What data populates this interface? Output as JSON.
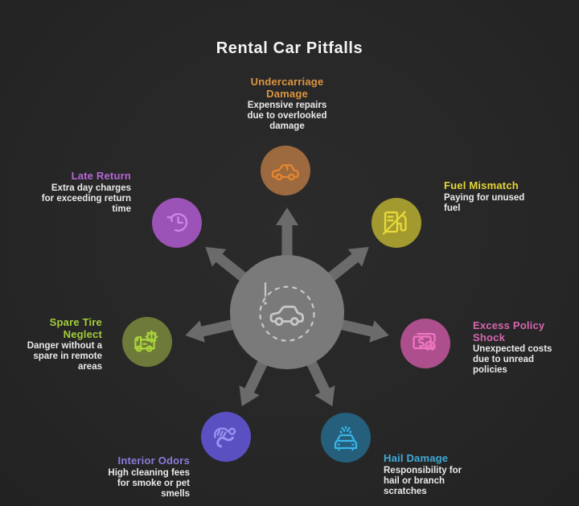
{
  "page": {
    "title": "Rental Car Pitfalls",
    "title_color": "#f5f5f5",
    "background_color": "#272727",
    "body_text_color": "#eaeaea"
  },
  "hub": {
    "icon": "car-alert-icon",
    "fill": "#7a7a7a",
    "arrow_color": "#6b6b6b",
    "icon_color": "#c6c6c6",
    "spoke_count": 7
  },
  "items": [
    {
      "id": "undercarriage-damage",
      "heading": "Undercarriage\nDamage",
      "body": "Expensive repairs\ndue to overlooked\ndamage",
      "heading_color": "#dd9540",
      "circle_fill": "#9c6a3e",
      "icon_color": "#e6862e",
      "icon": "car-icon"
    },
    {
      "id": "fuel-mismatch",
      "heading": "Fuel Mismatch",
      "body": "Paying for unused\nfuel",
      "heading_color": "#e5d735",
      "circle_fill": "#a29a2f",
      "icon_color": "#ead93b",
      "icon": "fuel-pump-slash-icon"
    },
    {
      "id": "excess-policy-shock",
      "heading": "Excess Policy\nShock",
      "body": "Unexpected costs\ndue to unread\npolicies",
      "heading_color": "#d666b0",
      "circle_fill": "#ac4f8c",
      "icon_color": "#ee77c4",
      "icon": "policy-skull-icon"
    },
    {
      "id": "hail-damage",
      "heading": "Hail Damage",
      "body": "Responsibility for\nhail or branch\nscratches",
      "heading_color": "#3fabd9",
      "circle_fill": "#265f7b",
      "icon_color": "#39b5e8",
      "icon": "hail-car-icon"
    },
    {
      "id": "interior-odors",
      "heading": "Interior Odors",
      "body": "High cleaning fees\nfor smoke or pet\nsmells",
      "heading_color": "#8a7bdb",
      "circle_fill": "#5b50c2",
      "icon_color": "#9d92ee",
      "icon": "odor-icon"
    },
    {
      "id": "spare-tire-neglect",
      "heading": "Spare Tire\nNeglect",
      "body": "Danger without a\nspare in remote\nareas",
      "heading_color": "#a3cd39",
      "circle_fill": "#6d7a39",
      "icon_color": "#a9d23b",
      "icon": "spare-tire-warning-icon"
    },
    {
      "id": "late-return",
      "heading": "Late Return",
      "body": "Extra day charges\nfor exceeding return\ntime",
      "heading_color": "#b667d8",
      "circle_fill": "#9c53b7",
      "icon_color": "#cd88e9",
      "icon": "clock-return-icon"
    }
  ]
}
